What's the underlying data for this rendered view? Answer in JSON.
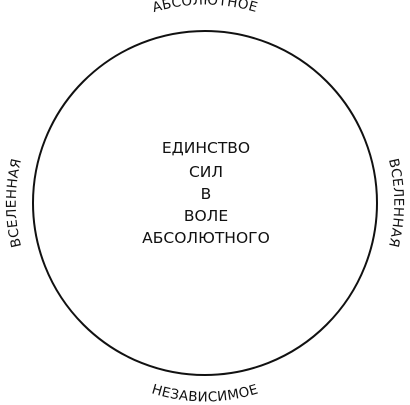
{
  "diagram": {
    "top_label": "АБСОЛЮТНОЕ",
    "bottom_label": "НЕЗАВИСИМОЕ",
    "left_label": "ВСЕЛЕННАЯ",
    "right_label": "ВСЕЛЕННАЯ",
    "center_lines": [
      "ЕДИНСТВО",
      "СИЛ",
      "В",
      "ВОЛЕ",
      "АБСОЛЮТНОГО"
    ]
  }
}
